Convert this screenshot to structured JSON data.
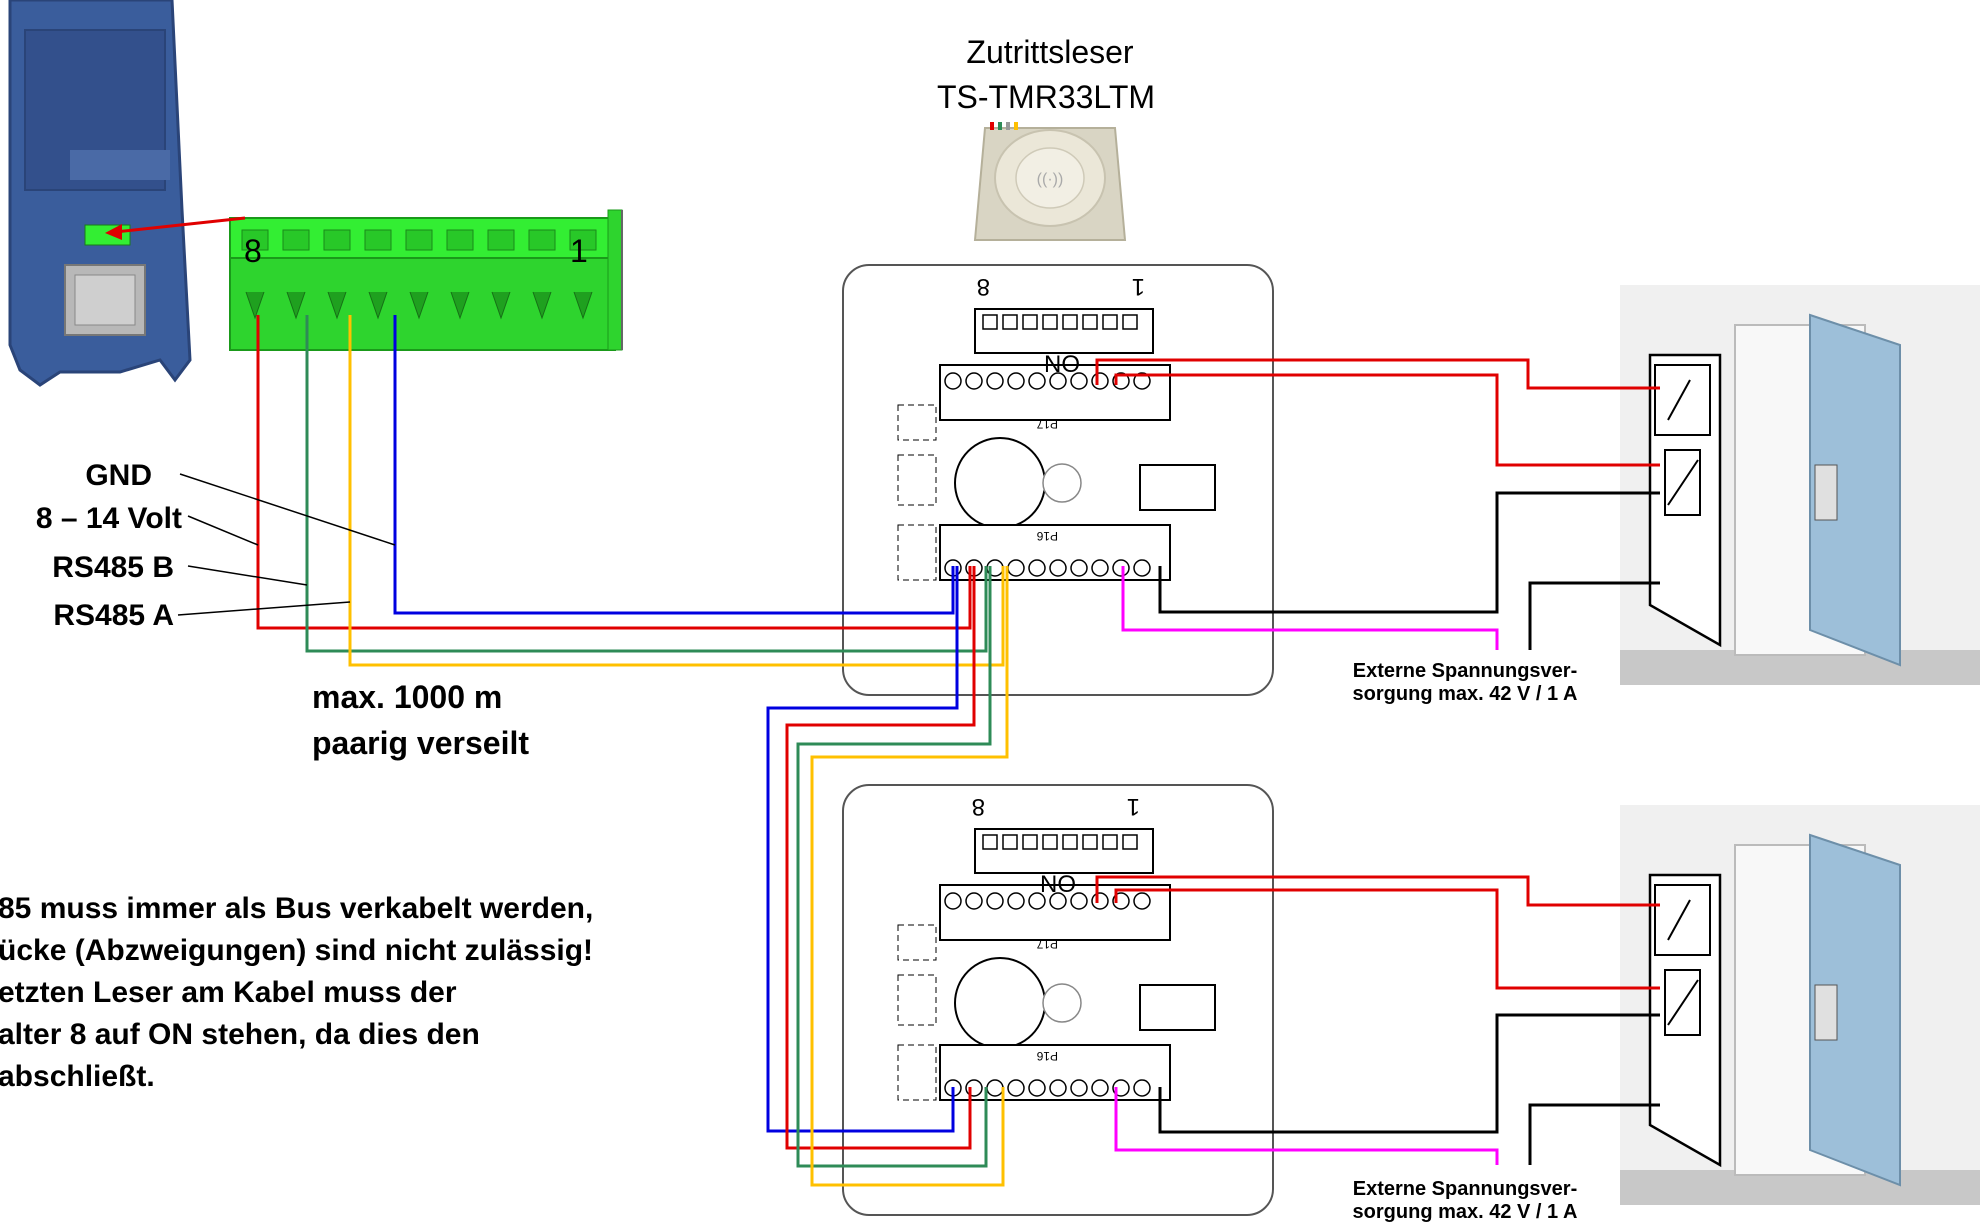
{
  "reader": {
    "title_line1": "Zutrittsleser",
    "title_line2": "TS-TMR33LTM",
    "logo_mark": "((·))"
  },
  "connector": {
    "pin_left": "8",
    "pin_right": "1"
  },
  "signals": {
    "gnd": "GND",
    "power": "8 – 14 Volt",
    "rs485_b": "RS485 B",
    "rs485_a": "RS485 A"
  },
  "cable_note": {
    "line1": "max. 1000 m",
    "line2": "paarig verseilt"
  },
  "bus_note": {
    "line1": "85 muss immer als Bus verkabelt werden,",
    "line2": "ücke (Abzweigungen) sind nicht zulässig!",
    "line3": "etzten Leser am Kabel muss der",
    "line4": "alter 8 auf ON stehen, da dies den",
    "line5": "abschließt."
  },
  "controllers": [
    {
      "dip_left": "8",
      "dip_right": "1",
      "no_label": "NO",
      "p17_label": "P17",
      "p16_label": "P16",
      "psu_line1": "Externe Spannungsver-",
      "psu_line2": "sorgung max. 42 V / 1 A"
    },
    {
      "dip_left": "8",
      "dip_right": "1",
      "no_label": "NO",
      "p17_label": "P17",
      "p16_label": "P16",
      "psu_line1": "Externe Spannungsver-",
      "psu_line2": "sorgung max. 42 V / 1 A"
    }
  ],
  "colors": {
    "red": "#e00000",
    "green": "#2e8b57",
    "yellow": "#ffc000",
    "blue": "#0000e0",
    "magenta": "#ff00ff",
    "black": "#000000",
    "terminal_green": "#33ee33",
    "door_blue": "#9dbfd9",
    "housing_blue": "#3a5d9c"
  }
}
